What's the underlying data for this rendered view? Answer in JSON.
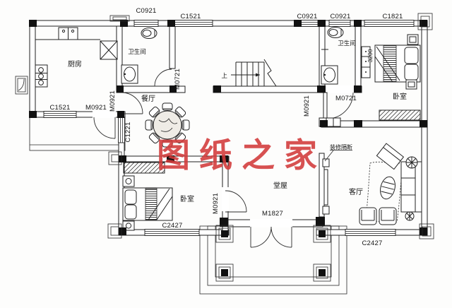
{
  "watermark": {
    "text": "图纸之家",
    "color": "#d23a3a"
  },
  "rooms": {
    "kitchen": "厨房",
    "bath_left": "卫生间",
    "bath_right": "卫生间",
    "dining": "餐厅",
    "hall": "堂屋",
    "living": "客厅",
    "bedroom_left": "卧室",
    "bedroom_right": "卧室"
  },
  "windows": {
    "c0921_a": "C0921",
    "c1521_top": "C1521",
    "c0921_b": "C0921",
    "c0921_c": "C0921",
    "c1821": "C1821",
    "c1521_kitchen": "C1521",
    "c1221": "C1221",
    "c2427_left": "C2427",
    "c2427_right": "C2427"
  },
  "doors": {
    "m0721_left": "M0721",
    "m0721_right": "M0721",
    "m0921_kitchen": "M0921",
    "m0921_kitchen_side": "M0921",
    "m0921_corridor": "M0921",
    "m0921_bedroom_left": "M0921",
    "m1827_entry": "M1827"
  },
  "annotations": {
    "stairs_up": "上",
    "partition": "装修隔断",
    "dim_3200": "3200"
  },
  "colors": {
    "line": "#1f1f1f",
    "watermark": "#d23a3a",
    "background": "#fdfdfc"
  }
}
